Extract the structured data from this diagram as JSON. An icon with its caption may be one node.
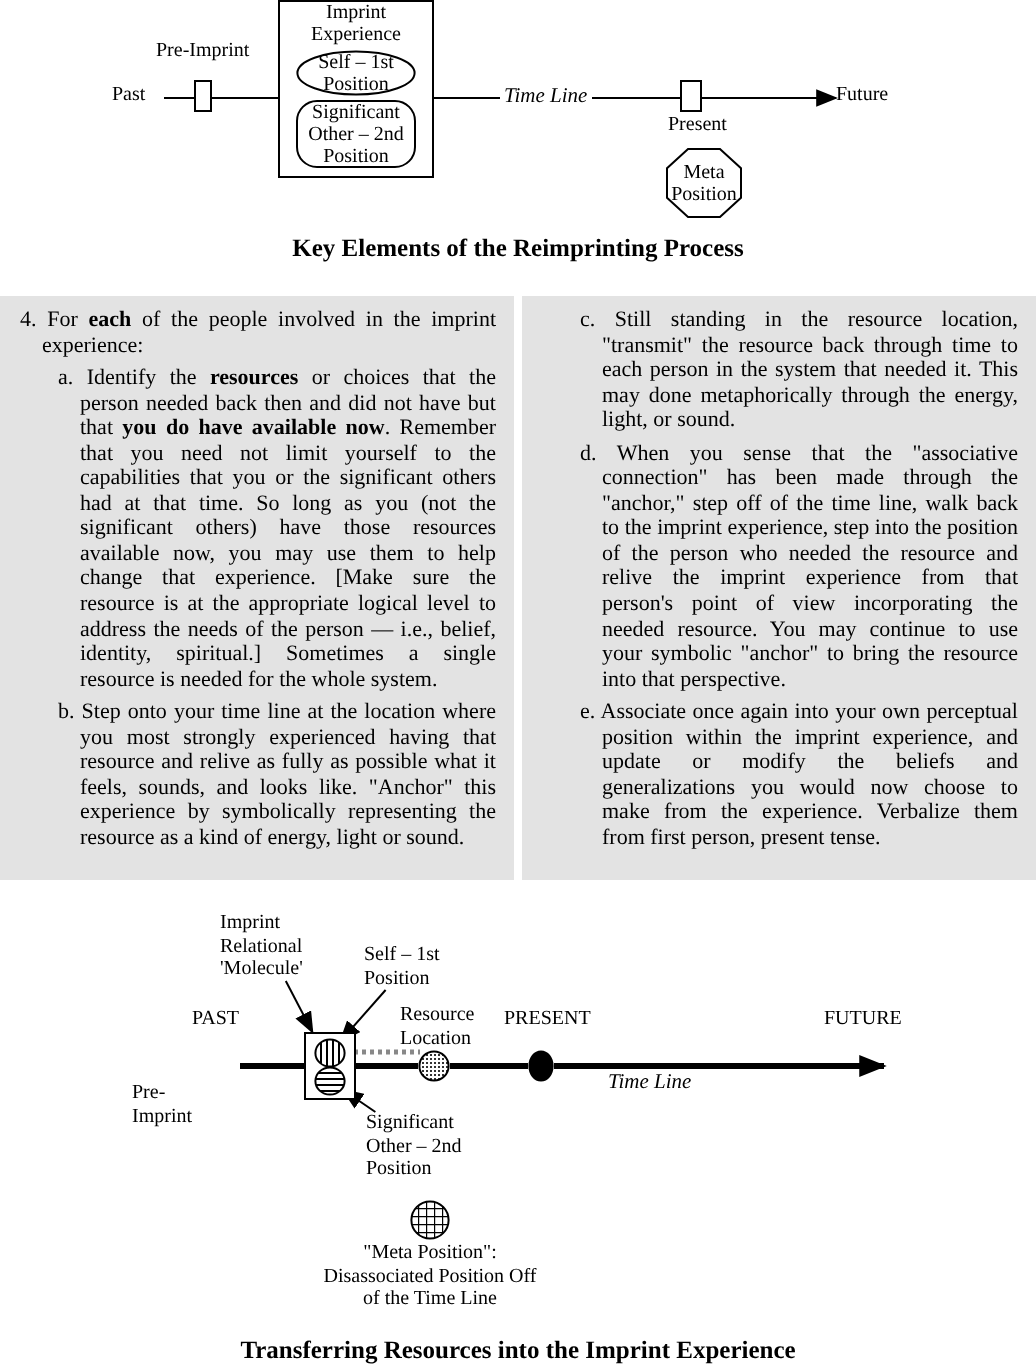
{
  "diagram": {
    "caption": "Transferring Resources into the Imprint Experience",
    "nodes": [
      {
        "text": [
          "Past"
        ]
      },
      {
        "text": [],
        "shape": "box"
      },
      {
        "text": [
          "Imprint Experience"
        ]
      },
      {
        "text": [
          "Self – 1st Position"
        ],
        "in": 2
      },
      {
        "text": [
          "Significant Other – 2nd Position"
        ],
        "in": 2
      },
      {
        "text": [],
        "shape": "box"
      },
      {
        "text": [
          "Future"
        ]
      },
      {
        "text": [
          "Meta Position"
        ]
      },
      {
        "text": [
          "4. For **each** of the people involved in the imprint experience:",
          "a. Identify the **resources** or choices that the person needed back then and did not have but that **you do have available now**. Remember that you need not limit yourself to the capabilities that you or the significant others had at that time. So long as you (not the significant others) have those resources available now, you may use them to help change that experience. [Make sure the resource is at the appropriate logical level to address the needs of the person — i.e., belief, identity, spiritual.] Sometimes a single resource is needed for the whole system.",
          "b. Step onto your time line at the location where you most strongly experienced having that resource and relive as fully as possible what it feels, sounds, and looks like. \"Anchor\" this experience by symbolically representing the resource as a kind of energy, light or sound."
        ]
      },
      {
        "text": [
          "c. Still standing in the resource location, \"transmit\" the resource back through time to each person in the system that needed it. This may done metaphorically through the energy, light, or sound.",
          "d. When you sense that the \"associative connection\" has been made through the \"anchor,\" step off of the time line, walk back to the imprint experience, step into the position of the person who needed the resource and relive the imprint experience from that person's point of view incorporating the needed resource. You may continue to use your symbolic \"anchor\" to bring the resource into that perspective.",
          "e. Associate once again into your own perceptual position within the imprint experience, and update or modify the beliefs and generalizations you would now choose to make from the experience. Verbalize them from first person, present tense."
        ]
      },
      {
        "text": [
          "Imprint Relational 'Molecule'"
        ]
      },
      {
        "text": [
          "Self – 1st Position"
        ]
      },
      {
        "text": [],
        "shape": "box"
      },
      {
        "text": [],
        "shape": "circle",
        "in": 12
      },
      {
        "text": [],
        "shape": "circle",
        "in": 12
      },
      {
        "text": [],
        "shape": "circle"
      },
      {
        "text": [],
        "shape": "circle"
      },
      {
        "text": [
          "Significant Other – 2nd Position"
        ]
      },
      {
        "text": [],
        "shape": "circle"
      }
    ],
    "edges": [
      {
        "from": 0,
        "to": 1,
        "arrow": "none"
      },
      {
        "from": 1,
        "to": 2,
        "arrow": "none"
      },
      {
        "from": 2,
        "to": 5,
        "arrow": "none",
        "label": "Time Line"
      },
      {
        "from": 5,
        "to": 6,
        "arrow": "to"
      },
      {
        "from": null,
        "to": 12,
        "arrow": "none",
        "style": "thick"
      },
      {
        "from": 12,
        "to": 15,
        "arrow": "none",
        "style": "thick"
      },
      {
        "from": 15,
        "to": 16,
        "arrow": "none",
        "style": "thick"
      },
      {
        "from": 16,
        "to": null,
        "arrow": "to",
        "style": "thick",
        "label": "Time Line"
      },
      {
        "from": 13,
        "to": 15,
        "arrow": "none",
        "style": "dashed",
        "color": "#888888"
      },
      {
        "from": 10,
        "to": 12,
        "arrow": "to"
      },
      {
        "from": 11,
        "to": 13,
        "arrow": "to"
      },
      {
        "from": 17,
        "to": 14,
        "arrow": "to"
      }
    ],
    "labels": [
      "Pre-Imprint",
      "Present",
      "Key Elements of the Reimprinting Process",
      "PAST",
      "Resource Location",
      "PRESENT",
      "FUTURE",
      "Pre-Imprint",
      "\"Meta Position\": Disassociated Position Off of the Time Line"
    ]
  }
}
